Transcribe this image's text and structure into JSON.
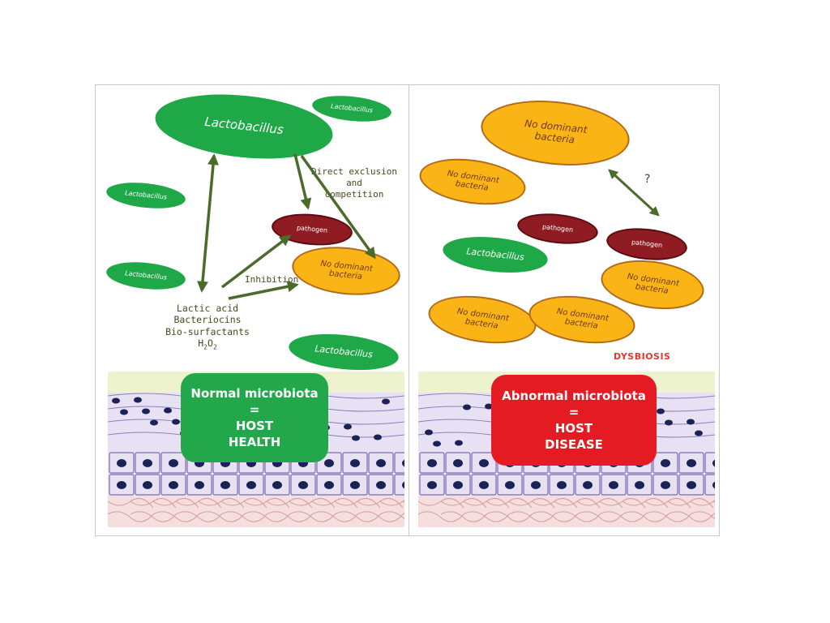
{
  "left_panel": {
    "lactobacillus_main": "Lactobacillus",
    "lactobacillus_small": [
      "Lactobacillus",
      "Lactobacillus",
      "Lactobacillus"
    ],
    "lactobacillus_bottom": "Lactobacillus",
    "pathogen": "pathogen",
    "no_dominant": [
      "No dominant",
      "bacteria"
    ],
    "direct_exclusion": [
      "Direct exclusion and",
      "competition"
    ],
    "inhibition": "Inhibition",
    "agents": [
      "Lactic acid",
      "Bacteriocins",
      "Bio-surfactants"
    ],
    "h2o2": {
      "h": "H",
      "sub1": "2",
      "o": "O",
      "sub2": "2"
    },
    "status": [
      "Normal microbiota",
      "=",
      "HOST",
      "HEALTH"
    ]
  },
  "right_panel": {
    "no_dominant_top": [
      "No dominant",
      "bacteria"
    ],
    "no_dominant_items": [
      [
        "No dominant",
        "bacteria"
      ],
      [
        "No dominant",
        "bacteria"
      ],
      [
        "No dominant",
        "bacteria"
      ],
      [
        "No dominant",
        "bacteria"
      ]
    ],
    "pathogens": [
      "pathogen",
      "pathogen"
    ],
    "lactobacillus": "Lactobacillus",
    "question": "?",
    "dysbiosis": "DYSBIOSIS",
    "status": [
      "Abnormal microbiota",
      "=",
      "HOST",
      "DISEASE"
    ]
  },
  "colors": {
    "lactobacillus": "#1fa848",
    "no_dominant": "#fbb415",
    "pathogen": "#8e1c22",
    "arrow": "#4b6b2a",
    "health_box": "#22a84a",
    "disease_box": "#e51b23",
    "epithelium": "#e8e0f3",
    "mucus": "#eef3cf",
    "lamina": "#f5dede"
  }
}
